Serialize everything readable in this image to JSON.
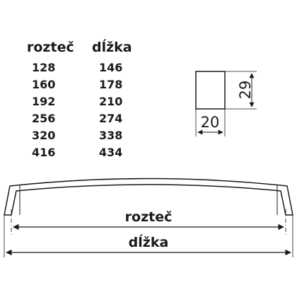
{
  "table": {
    "header_spacing": "rozteč",
    "header_length": "dĺžka",
    "rows": [
      {
        "spacing": "128",
        "length": "146"
      },
      {
        "spacing": "160",
        "length": "178"
      },
      {
        "spacing": "192",
        "length": "210"
      },
      {
        "spacing": "256",
        "length": "274"
      },
      {
        "spacing": "320",
        "length": "338"
      },
      {
        "spacing": "416",
        "length": "434"
      }
    ]
  },
  "cross_section": {
    "width_label": "20",
    "height_label": "29"
  },
  "handle": {
    "spacing_label": "rozteč",
    "length_label": "dĺžka"
  },
  "colors": {
    "line": "#1a1a1a",
    "background": "#ffffff"
  }
}
